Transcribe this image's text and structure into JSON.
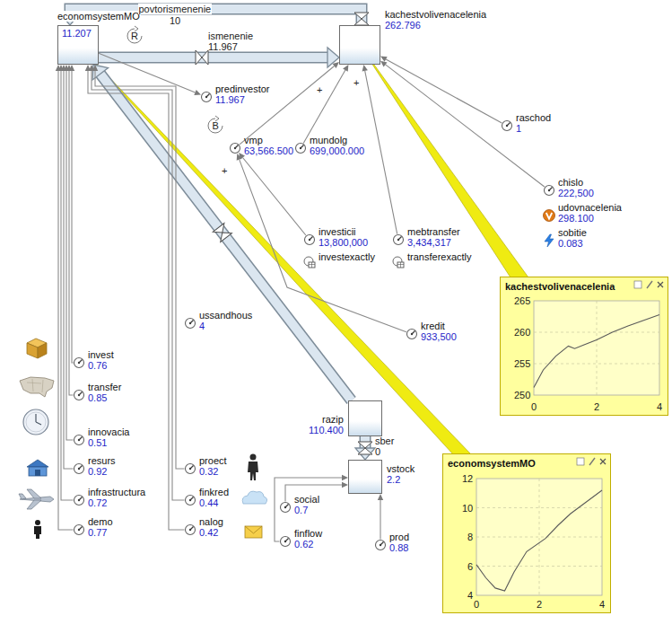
{
  "diagram": {
    "nodes": [
      {
        "text": [
          "economsystemMO",
          "11.207"
        ]
      },
      {
        "text": [
          "kachestvolivenacelenia",
          "262.796"
        ]
      },
      {
        "text": [
          "predinvestor",
          "11.967"
        ]
      },
      {
        "text": [
          "vmp",
          "63,566.500"
        ]
      },
      {
        "text": [
          "mundolg",
          "699,000.000"
        ]
      },
      {
        "text": [
          "raschod",
          "1"
        ]
      },
      {
        "text": [
          "chislo",
          "222,500"
        ]
      },
      {
        "text": [
          "udovnacelenia",
          "298.100"
        ]
      },
      {
        "text": [
          "sobitie",
          "0.083"
        ]
      },
      {
        "text": [
          "ussandhous",
          "4"
        ]
      },
      {
        "text": [
          "investicii",
          "13,800,000"
        ]
      },
      {
        "text": [
          "investexactly"
        ]
      },
      {
        "text": [
          "mebtransfer",
          "3,434,317"
        ]
      },
      {
        "text": [
          "transferexactly"
        ]
      },
      {
        "text": [
          "kredit",
          "933,500"
        ]
      },
      {
        "text": [
          "invest",
          "0.76"
        ]
      },
      {
        "text": [
          "transfer",
          "0.85"
        ]
      },
      {
        "text": [
          "innovacia",
          "0.51"
        ]
      },
      {
        "text": [
          "resurs",
          "0.92"
        ]
      },
      {
        "text": [
          "infrastructura",
          "0.72"
        ]
      },
      {
        "text": [
          "demo",
          "0.77"
        ]
      },
      {
        "text": [
          "proect",
          "0.32"
        ]
      },
      {
        "text": [
          "finkred",
          "0.44"
        ]
      },
      {
        "text": [
          "nalog",
          "0.42"
        ]
      },
      {
        "text": [
          "razip",
          "110.400"
        ]
      },
      {
        "text": [
          "vstock",
          "2.2"
        ]
      },
      {
        "text": [
          "social",
          "0.7"
        ]
      },
      {
        "text": [
          "finflow",
          "0.62"
        ]
      },
      {
        "text": [
          "prod",
          "0.88"
        ]
      },
      {
        "text": [
          "kachestvolivenacelenia"
        ]
      },
      {
        "text": [
          "economsystemMO"
        ]
      }
    ],
    "edges": [
      {
        "from": 0,
        "to": 1,
        "label": "ismenenie",
        "arrow": "to"
      },
      {
        "from": 1,
        "to": 0,
        "label": "povtorismenenie",
        "arrow": "to"
      },
      {
        "from": 24,
        "to": 0,
        "arrow": "to"
      },
      {
        "from": 24,
        "to": 25,
        "label": "sber",
        "arrow": "to"
      },
      {
        "from": 15,
        "to": 0,
        "arrow": "to"
      },
      {
        "from": 16,
        "to": 0,
        "arrow": "to"
      },
      {
        "from": 17,
        "to": 0,
        "arrow": "to"
      },
      {
        "from": 18,
        "to": 0,
        "arrow": "to"
      },
      {
        "from": 19,
        "to": 0,
        "arrow": "to"
      },
      {
        "from": 20,
        "to": 0,
        "arrow": "to"
      },
      {
        "from": 21,
        "to": 0,
        "arrow": "to"
      },
      {
        "from": 22,
        "to": 0,
        "arrow": "to"
      },
      {
        "from": 23,
        "to": 0,
        "arrow": "to"
      },
      {
        "from": 0,
        "to": 2,
        "arrow": "to"
      },
      {
        "from": 3,
        "to": 1,
        "arrow": "to"
      },
      {
        "from": 4,
        "to": 1,
        "arrow": "to"
      },
      {
        "from": 5,
        "to": 1,
        "arrow": "to"
      },
      {
        "from": 6,
        "to": 1,
        "arrow": "to"
      },
      {
        "from": 12,
        "to": 1,
        "arrow": "to"
      },
      {
        "from": 10,
        "to": 3,
        "arrow": "to"
      },
      {
        "from": 14,
        "to": 3,
        "arrow": "to"
      },
      {
        "from": 26,
        "to": 25,
        "arrow": "to"
      },
      {
        "from": 27,
        "to": 25,
        "arrow": "to"
      },
      {
        "from": 28,
        "to": 25,
        "arrow": "to"
      },
      {
        "from": 1,
        "to": 29,
        "arrow": "none"
      },
      {
        "from": 0,
        "to": 30,
        "arrow": "none"
      }
    ],
    "labels": [
      "11.967",
      "10",
      "0",
      "R",
      "B",
      "+",
      "+",
      "+",
      "265",
      "260",
      "255",
      "250",
      "0",
      "2",
      "4",
      "12",
      "10",
      "8",
      "6",
      "4",
      "0",
      "2",
      "4"
    ]
  }
}
